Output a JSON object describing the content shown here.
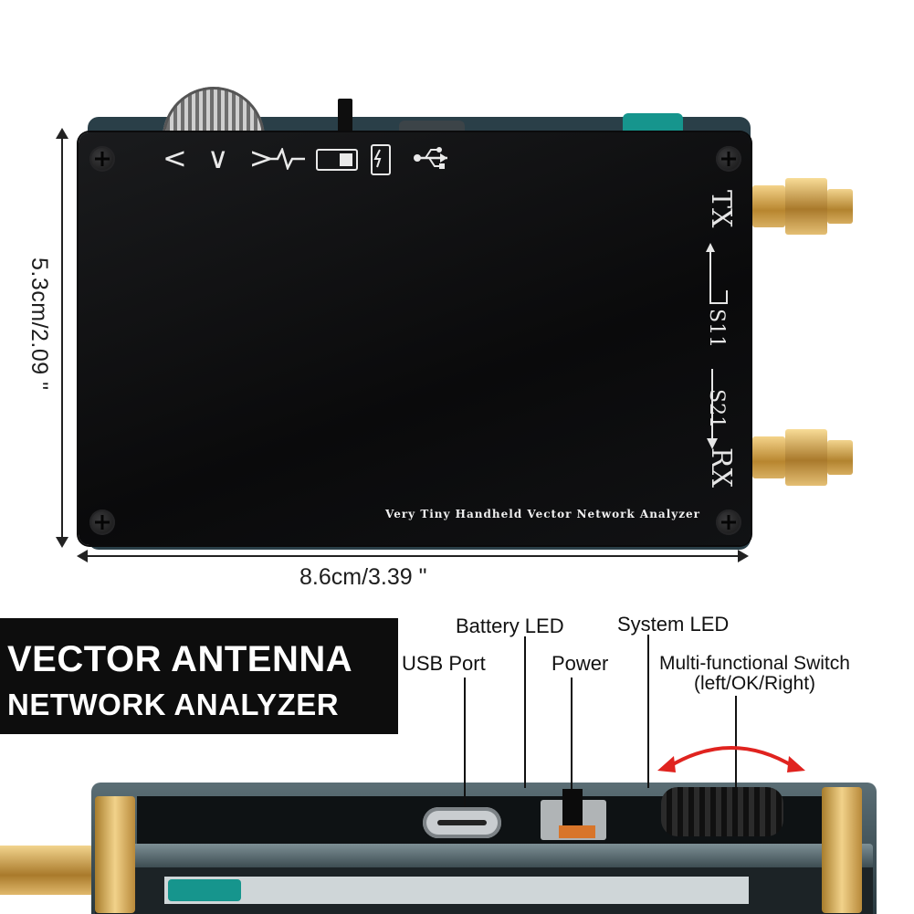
{
  "device_screen": {
    "nav_arrows": "< ∨ >",
    "label_tx": "TX",
    "label_s11": "S11",
    "label_s21": "S21",
    "label_rx": "RX",
    "product_line": "Very  Tiny  Handheld  Vector  Network  Analyzer",
    "icons": [
      "pulse-icon",
      "battery-toggle-icon",
      "charge-icon",
      "usb-icon"
    ]
  },
  "dimensions": {
    "height": "5.3cm/2.09 \"",
    "width": "8.6cm/3.39 \""
  },
  "title": {
    "line1": "VECTOR ANTENNA",
    "line2": "NETWORK ANALYZER"
  },
  "callouts": {
    "battery_led": "Battery LED",
    "system_led": "System LED",
    "usb_port": "USB Port",
    "power": "Power",
    "multi_switch": "Multi-functional Switch",
    "multi_switch_sub": "(left/OK/Right)"
  },
  "colors": {
    "accent_teal": "#16958d",
    "arrow_red": "#e0231f",
    "connector_gold": "#d8b063"
  }
}
